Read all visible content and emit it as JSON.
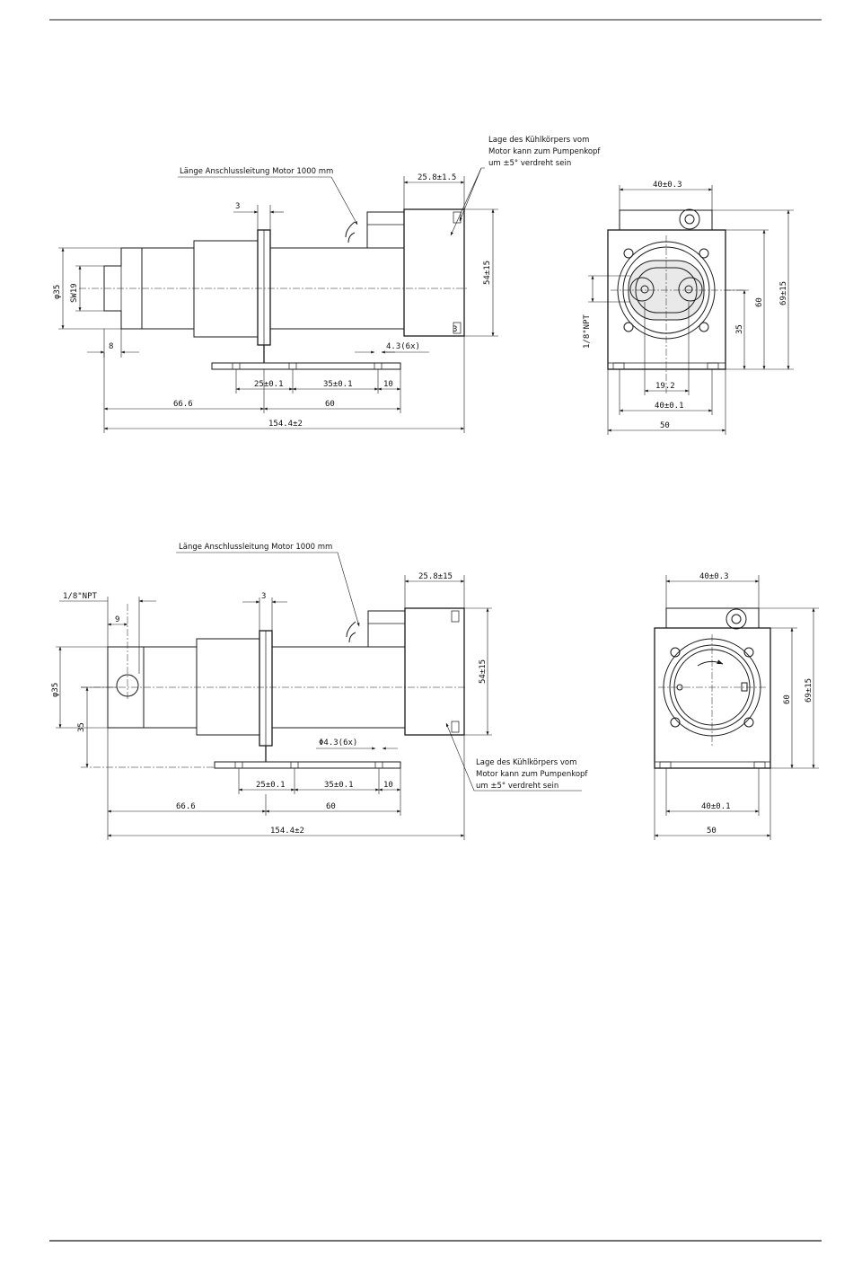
{
  "sheet": {
    "title": "",
    "top_rule": true,
    "bottom_rule": true
  },
  "drawing_1": {
    "side_view": {
      "cable_note": "Länge Anschlussleitung Motor 1000 mm",
      "heatsink_note": [
        "Lage des Kühlkörpers vom",
        "Motor kann zum Pumpenkopf",
        "um ±5° verdreht sein"
      ],
      "dim_heatsink_width": "25.8±1.5",
      "dim_flange_thickness": "3",
      "dim_diameter": "φ35",
      "dim_wrench": "SW19",
      "dim_height_heatsink": "54±15",
      "dim_inlet": "8",
      "dim_holes": "4.3(6x)",
      "dim_hole_pitch_1": "25±0.1",
      "dim_hole_pitch_2": "35±0.1",
      "dim_edge": "10",
      "dim_length_1": "66.6",
      "dim_length_2": "60",
      "dim_total": "154.4±2",
      "mark_3": "3"
    },
    "front_view": {
      "dim_top": "40±0.3",
      "dim_thread": "1/8\"NPT",
      "dim_axis_height": "35",
      "dim_height_60": "60",
      "dim_height_69": "69±15",
      "dim_port_spacing": "19.2",
      "dim_mount": "40±0.1",
      "dim_width": "50"
    }
  },
  "drawing_2": {
    "side_view": {
      "cable_note": "Länge Anschlussleitung Motor 1000 mm",
      "heatsink_note": [
        "Lage des Kühlkörpers vom",
        "Motor kann zum Pumpenkopf",
        "um ±5° verdreht sein"
      ],
      "dim_heatsink_width": "25.8±15",
      "dim_thread": "1/8\"NPT",
      "dim_port_offset": "9",
      "dim_flange_thickness": "3",
      "dim_diameter": "φ35",
      "dim_axis_height": "35",
      "dim_height_heatsink": "54±15",
      "dim_holes": "Φ4.3(6x)",
      "dim_hole_pitch_1": "25±0.1",
      "dim_hole_pitch_2": "35±0.1",
      "dim_edge": "10",
      "dim_length_1": "66.6",
      "dim_length_2": "60",
      "dim_total": "154.4±2"
    },
    "front_view": {
      "dim_top": "40±0.3",
      "dim_height_60": "60",
      "dim_height_69": "69±15",
      "dim_mount": "40±0.1",
      "dim_width": "50"
    }
  }
}
